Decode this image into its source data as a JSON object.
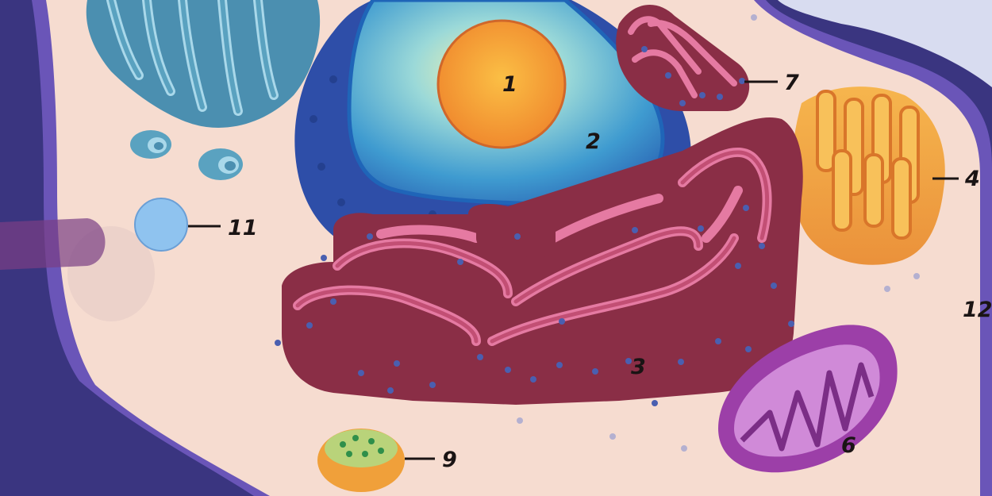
{
  "diagram": {
    "labels": [
      {
        "id": "1",
        "text": "1"
      },
      {
        "id": "2",
        "text": "2"
      },
      {
        "id": "3",
        "text": "3"
      },
      {
        "id": "4",
        "text": "4"
      },
      {
        "id": "6",
        "text": "6"
      },
      {
        "id": "7",
        "text": "7"
      },
      {
        "id": "9",
        "text": "9"
      },
      {
        "id": "11",
        "text": "11"
      },
      {
        "id": "12",
        "text": "12"
      }
    ],
    "colors": {
      "background": "#3a3580",
      "membrane": "#6a55b8",
      "cytoplasm": "#f6dcd0",
      "nucleus_envelope": "#2e4ea8",
      "nucleoplasm": "#4fb3d9",
      "nucleolus": "#f7a23a",
      "rough_er": "#8a2e46",
      "er_lumen": "#e57aa2",
      "golgi": "#f1a339",
      "mitochondrion": "#9c3fa8",
      "smooth_er": "#5aa2c0",
      "lysosome": "#8fc3ef",
      "peroxisome": "#f0a03a",
      "ribosome": "#4a5fb0"
    }
  }
}
